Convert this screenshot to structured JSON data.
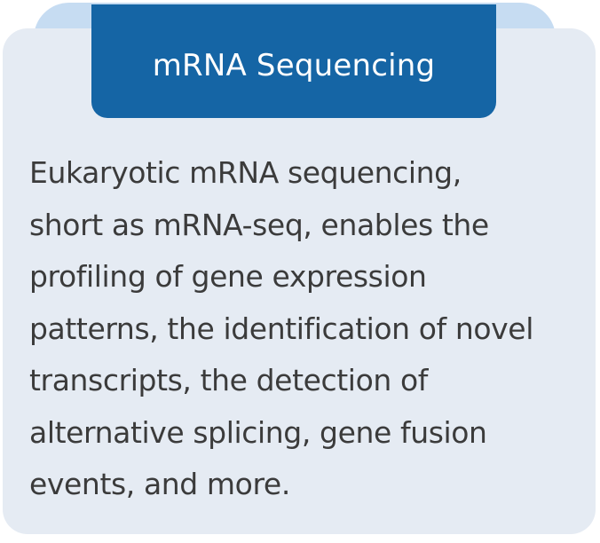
{
  "colors": {
    "ribbon_light": "#c6dcf2",
    "card_background": "#e5ebf3",
    "header_background": "#1565a5",
    "header_text": "#ffffff",
    "body_text": "#3b3b3b"
  },
  "card": {
    "title": "mRNA Sequencing",
    "description_lines": [
      "Eukaryotic mRNA sequencing,",
      "short as mRNA-seq, enables the",
      "profiling of gene expression",
      "patterns, the identification of novel",
      "transcripts, the detection of",
      "alternative splicing, gene fusion",
      "events, and more."
    ]
  }
}
